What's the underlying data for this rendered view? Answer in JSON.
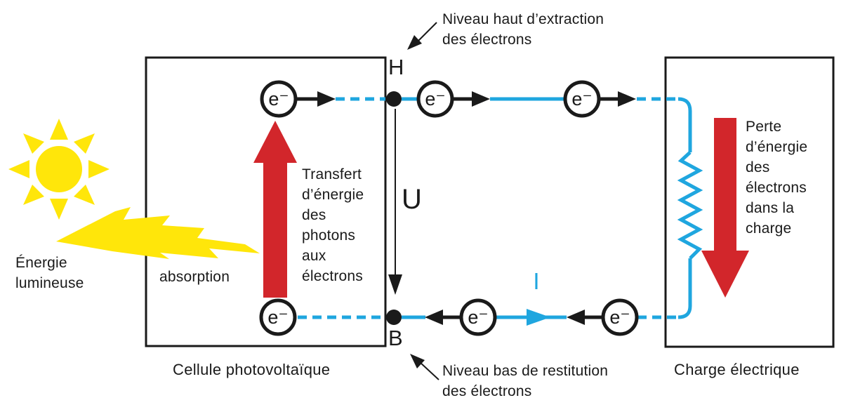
{
  "colors": {
    "blue": "#1FA6DF",
    "red": "#D2262B",
    "yellow": "#FFE60A",
    "ink": "#1A1A1A",
    "paper": "#FFFFFF"
  },
  "light": {
    "label": "Énergie\nlumineuse"
  },
  "cell": {
    "caption": "Cellule photovoltaïque",
    "absorption": "absorption",
    "transfer": "Transfert\nd’énergie\ndes\nphotons\naux\nélectrons"
  },
  "load": {
    "caption": "Charge électrique",
    "loss": "Perte\nd’énergie\ndes\nélectrons\ndans la\ncharge"
  },
  "levels": {
    "high": {
      "letter": "H",
      "label": "Niveau haut d’extraction\ndes électrons"
    },
    "low": {
      "letter": "B",
      "label": "Niveau bas de restitution\ndes électrons"
    }
  },
  "symbols": {
    "voltage": "U",
    "current": "I",
    "electron": "e⁻"
  }
}
